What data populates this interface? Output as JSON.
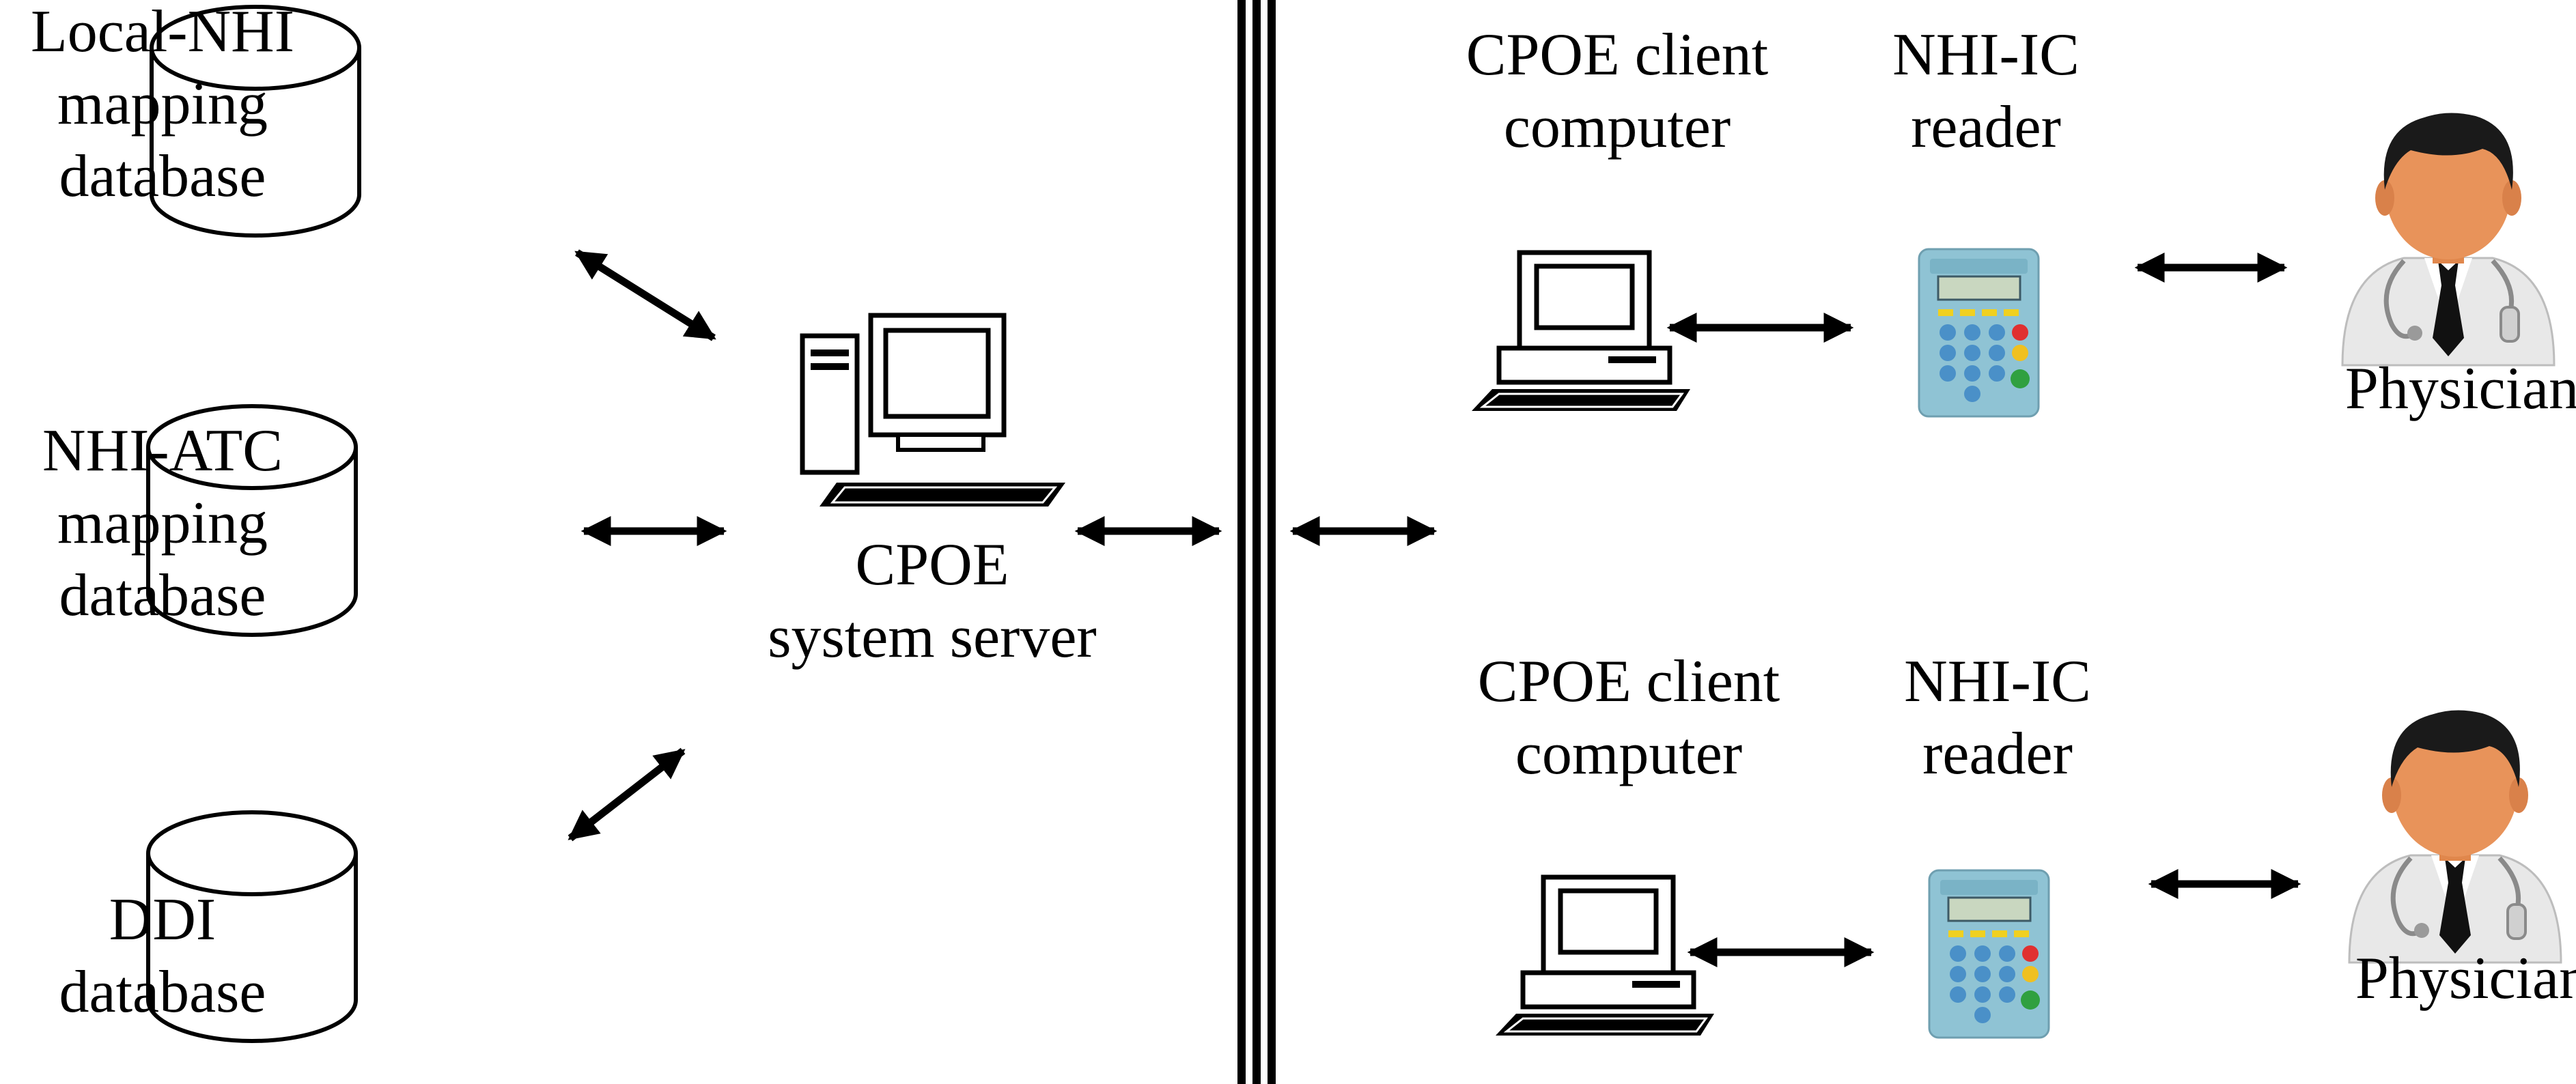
{
  "diagram": {
    "databases": [
      {
        "id": "local-nhi",
        "lines": [
          "Local-NHI",
          "mapping",
          "database"
        ]
      },
      {
        "id": "nhi-atc",
        "lines": [
          "NHI-ATC",
          "mapping",
          "database"
        ]
      },
      {
        "id": "ddi",
        "lines": [
          "DDI",
          "database"
        ]
      }
    ],
    "server": {
      "lines": [
        "CPOE",
        "system server"
      ]
    },
    "clients": [
      {
        "computer": [
          "CPOE client",
          "computer"
        ],
        "reader": [
          "NHI-IC",
          "reader"
        ],
        "user": "Physician"
      },
      {
        "computer": [
          "CPOE client",
          "computer"
        ],
        "reader": [
          "NHI-IC",
          "reader"
        ],
        "user": "Physician"
      }
    ]
  },
  "colors": {
    "ink": "#000000",
    "reader_body": "#8fc3d4",
    "reader_keys": "#4a90c8",
    "doctor_skin": "#e8935a",
    "doctor_hair": "#1a1a1a",
    "doctor_coat": "#e8e8e8"
  }
}
